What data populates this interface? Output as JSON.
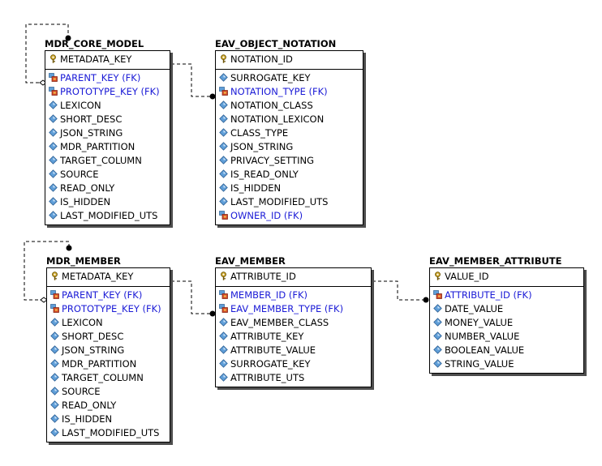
{
  "colors": {
    "fk_text": "#1a1ad6",
    "attr_icon": "#5f9ed8",
    "key_icon": "#c9a227",
    "shadow": "#4d4d4d"
  },
  "entities": {
    "mdr_core_model": {
      "name": "MDR_CORE_MODEL",
      "pk": "METADATA_KEY",
      "attrs": [
        "PARENT_KEY (FK)",
        "PROTOTYPE_KEY (FK)",
        "LEXICON",
        "SHORT_DESC",
        "JSON_STRING",
        "MDR_PARTITION",
        "TARGET_COLUMN",
        "SOURCE",
        "READ_ONLY",
        "IS_HIDDEN",
        "LAST_MODIFIED_UTS"
      ]
    },
    "eav_object_notation": {
      "name": "EAV_OBJECT_NOTATION",
      "pk": "NOTATION_ID",
      "attrs": [
        "SURROGATE_KEY",
        "NOTATION_TYPE (FK)",
        "NOTATION_CLASS",
        "NOTATION_LEXICON",
        "CLASS_TYPE",
        "JSON_STRING",
        "PRIVACY_SETTING",
        "IS_READ_ONLY",
        "IS_HIDDEN",
        "LAST_MODIFIED_UTS",
        "OWNER_ID (FK)"
      ]
    },
    "mdr_member": {
      "name": "MDR_MEMBER",
      "pk": "METADATA_KEY",
      "attrs": [
        "PARENT_KEY (FK)",
        "PROTOTYPE_KEY (FK)",
        "LEXICON",
        "SHORT_DESC",
        "JSON_STRING",
        "MDR_PARTITION",
        "TARGET_COLUMN",
        "SOURCE",
        "READ_ONLY",
        "IS_HIDDEN",
        "LAST_MODIFIED_UTS"
      ]
    },
    "eav_member": {
      "name": "EAV_MEMBER",
      "pk": "ATTRIBUTE_ID",
      "attrs": [
        "MEMBER_ID (FK)",
        "EAV_MEMBER_TYPE (FK)",
        "EAV_MEMBER_CLASS",
        "ATTRIBUTE_KEY",
        "ATTRIBUTE_VALUE",
        "SURROGATE_KEY",
        "ATTRIBUTE_UTS"
      ]
    },
    "eav_member_attribute": {
      "name": "EAV_MEMBER_ATTRIBUTE",
      "pk": "VALUE_ID",
      "attrs": [
        "ATTRIBUTE_ID (FK)",
        "DATE_VALUE",
        "MONEY_VALUE",
        "NUMBER_VALUE",
        "BOOLEAN_VALUE",
        "STRING_VALUE"
      ]
    }
  }
}
